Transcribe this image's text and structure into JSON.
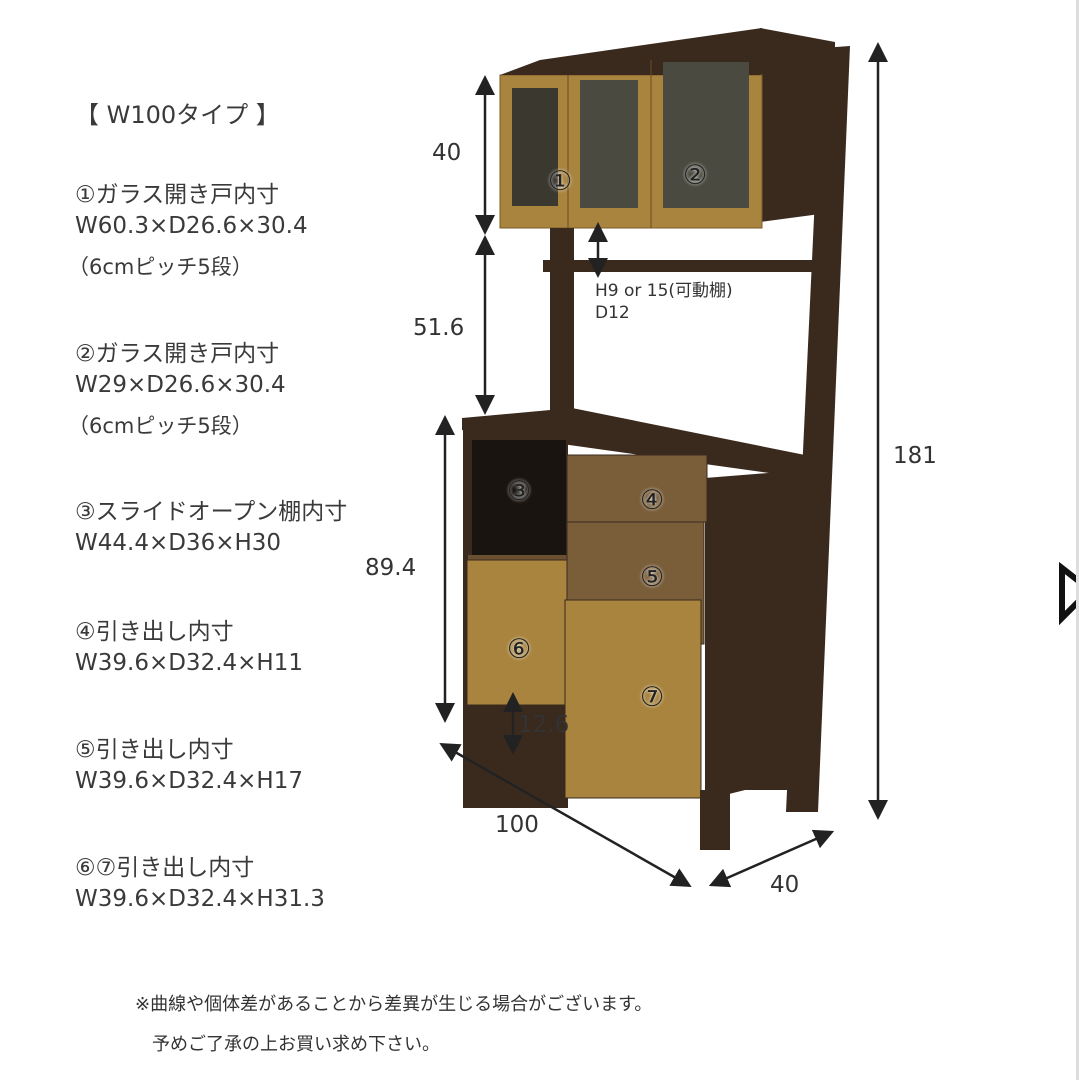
{
  "title": "【 W100タイプ 】",
  "specs": [
    {
      "name": "①ガラス開き戸内寸",
      "size": "W60.3×D26.6×30.4",
      "note": "（6cmピッチ5段）"
    },
    {
      "name": "②ガラス開き戸内寸",
      "size": "W29×D26.6×30.4",
      "note": "（6cmピッチ5段）"
    },
    {
      "name": "③スライドオープン棚内寸",
      "size": "W44.4×D36×H30"
    },
    {
      "name": "④引き出し内寸",
      "size": "W39.6×D32.4×H11"
    },
    {
      "name": "⑤引き出し内寸",
      "size": "W39.6×D32.4×H17"
    },
    {
      "name": "⑥⑦引き出し内寸",
      "size": "W39.6×D32.4×H31.3"
    }
  ],
  "dimensions": {
    "upper": "40",
    "middle": "51.6",
    "lower": "89.4",
    "leg": "12.6",
    "total": "181",
    "width": "100",
    "depth": "40",
    "shelf": "H9 or 15(可動棚)",
    "shelf_depth": "D12"
  },
  "labels": [
    "①",
    "②",
    "③",
    "④",
    "⑤",
    "⑥",
    "⑦"
  ],
  "footnote": [
    "※曲線や個体差があることから差異が生じる場合がございます。",
    "予めご了承の上お買い求め下さい。"
  ],
  "colors": {
    "wood": "#a9843f",
    "dark": "#3a2a1e"
  },
  "next_icon": "triangle-right-icon"
}
